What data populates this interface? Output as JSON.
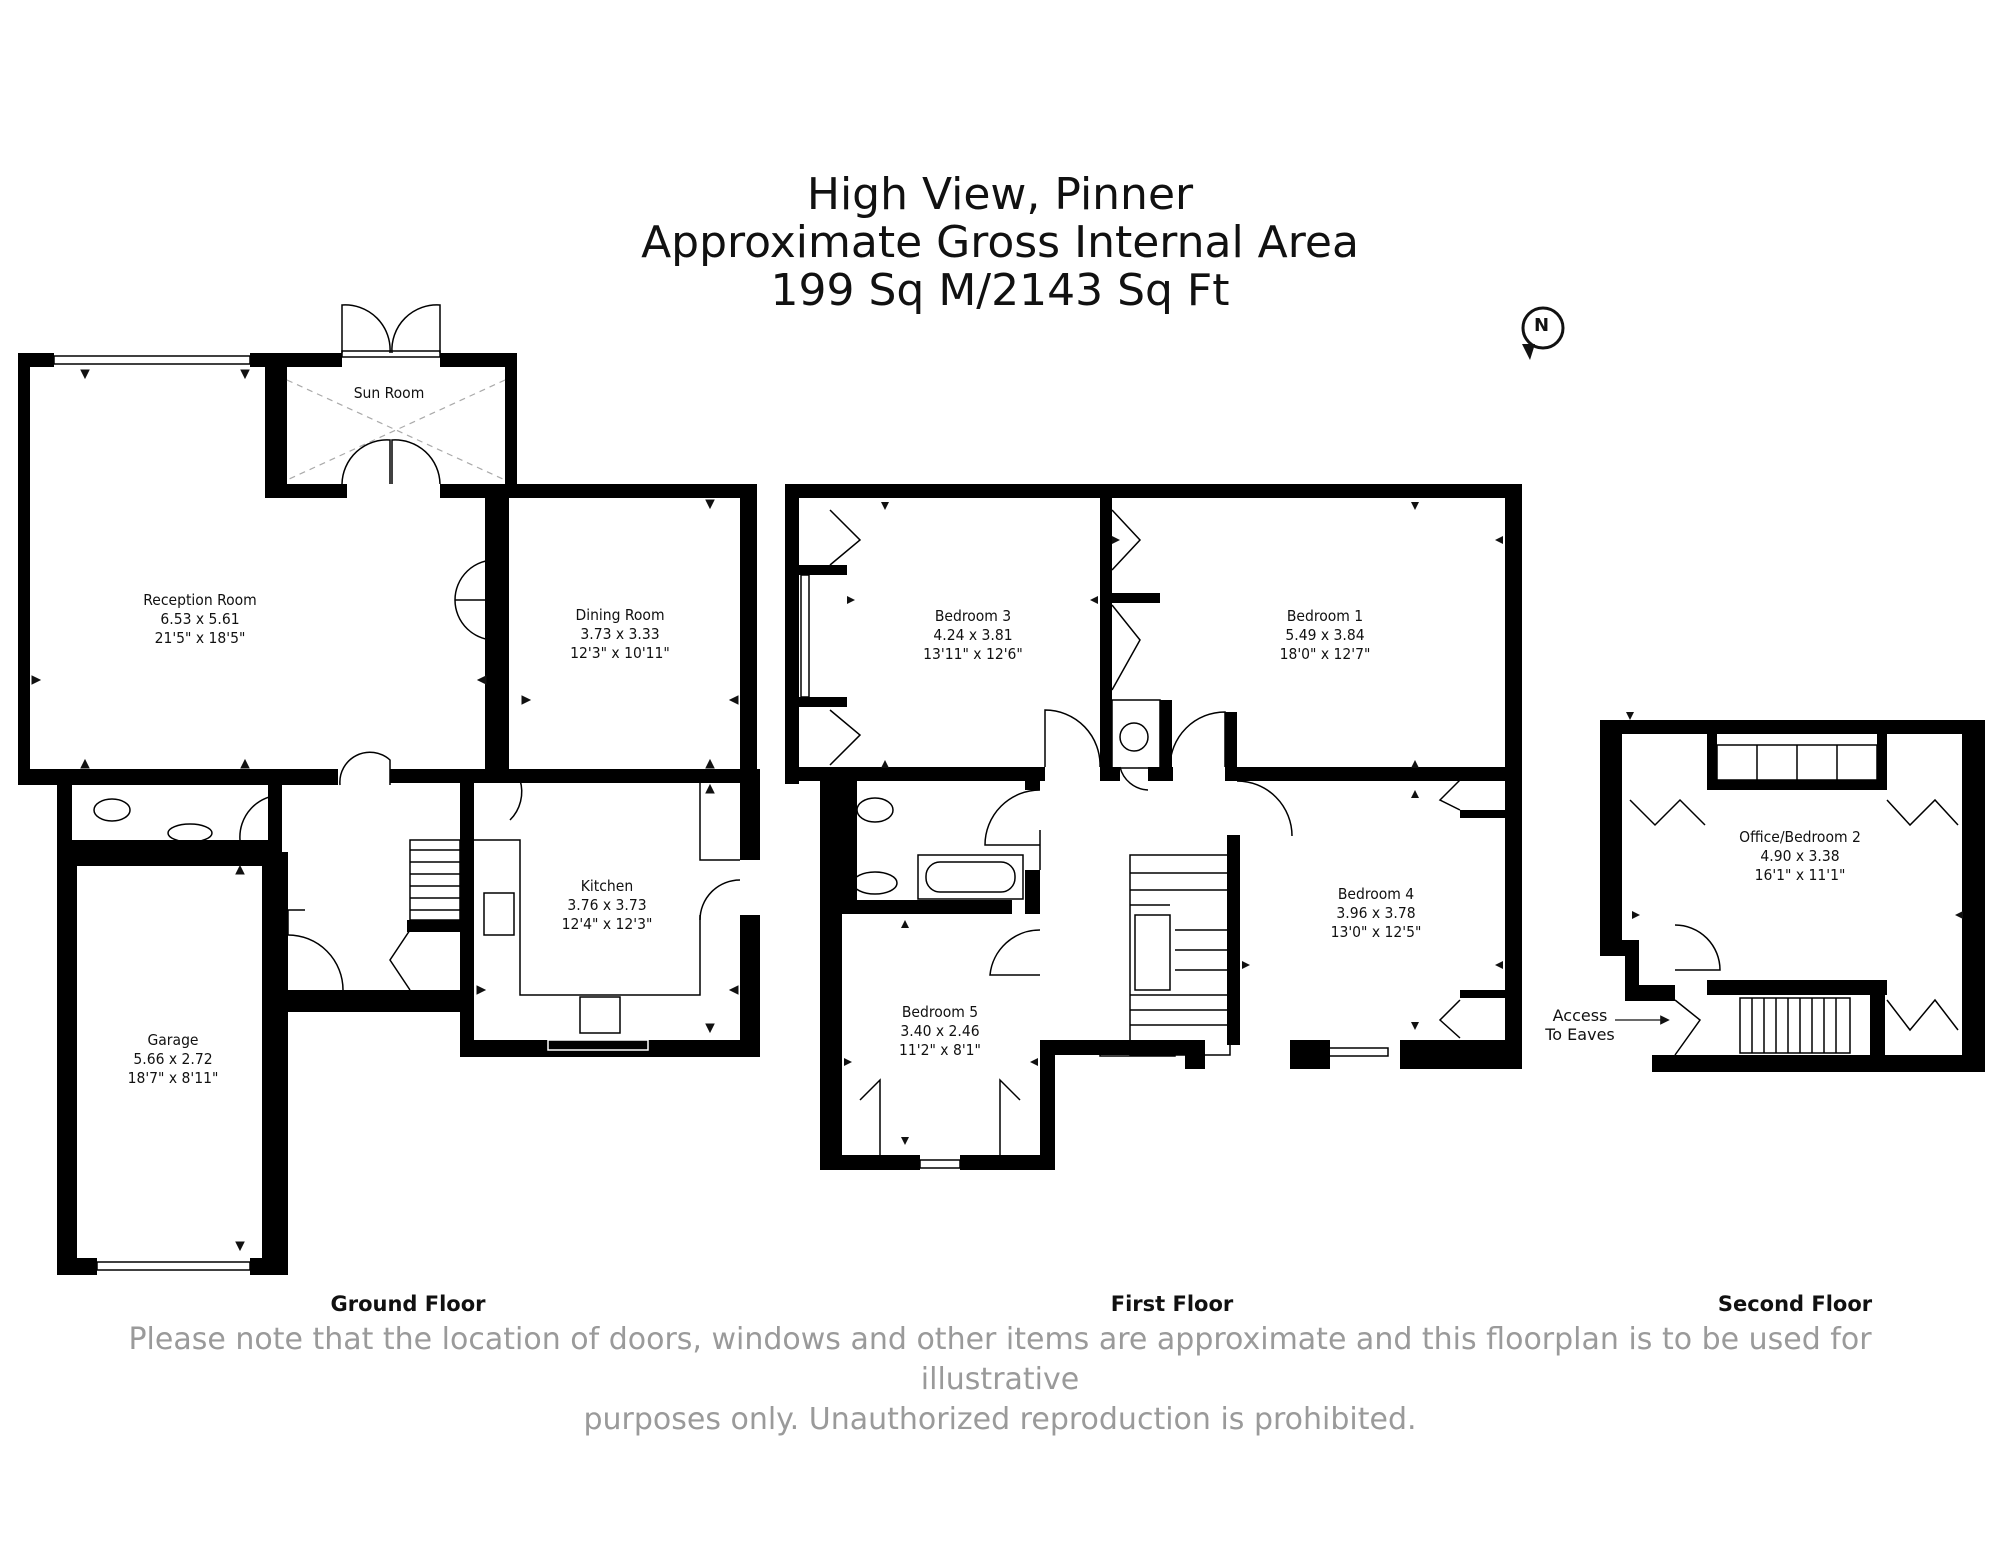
{
  "title": {
    "line1": "High View, Pinner",
    "line2": "Approximate Gross Internal Area",
    "line3": "199 Sq M/2143 Sq Ft"
  },
  "compass": {
    "label": "N"
  },
  "floors": {
    "ground": "Ground Floor",
    "first": "First Floor",
    "second": "Second Floor"
  },
  "rooms": {
    "reception": {
      "name": "Reception Room",
      "metric": "6.53 x 5.61",
      "imperial": "21'5\" x 18'5\""
    },
    "dining": {
      "name": "Dining Room",
      "metric": "3.73 x 3.33",
      "imperial": "12'3\" x 10'11\""
    },
    "sun": {
      "name": "Sun Room"
    },
    "kitchen": {
      "name": "Kitchen",
      "metric": "3.76 x 3.73",
      "imperial": "12'4\" x 12'3\""
    },
    "garage": {
      "name": "Garage",
      "metric": "5.66 x 2.72",
      "imperial": "18'7\" x 8'11\""
    },
    "bedroom3": {
      "name": "Bedroom 3",
      "metric": "4.24 x 3.81",
      "imperial": "13'11\" x 12'6\""
    },
    "bedroom1": {
      "name": "Bedroom 1",
      "metric": "5.49 x 3.84",
      "imperial": "18'0\" x 12'7\""
    },
    "bedroom4": {
      "name": "Bedroom 4",
      "metric": "3.96 x 3.78",
      "imperial": "13'0\" x 12'5\""
    },
    "bedroom5": {
      "name": "Bedroom 5",
      "metric": "3.40 x 2.46",
      "imperial": "11'2\" x 8'1\""
    },
    "office": {
      "name": "Office/Bedroom 2",
      "metric": "4.90 x 3.38",
      "imperial": "16'1\" x 11'1\""
    }
  },
  "notes": {
    "access_line1": "Access",
    "access_line2": "To Eaves"
  },
  "disclaimer": {
    "line1": "Please note that the location of doors, windows and other items are approximate and this floorplan is to be used for illustrative",
    "line2": "purposes only. Unauthorized reproduction is prohibited."
  },
  "colors": {
    "wall": "#000000",
    "text": "#111111",
    "disclaimer": "#9a9a9a"
  }
}
